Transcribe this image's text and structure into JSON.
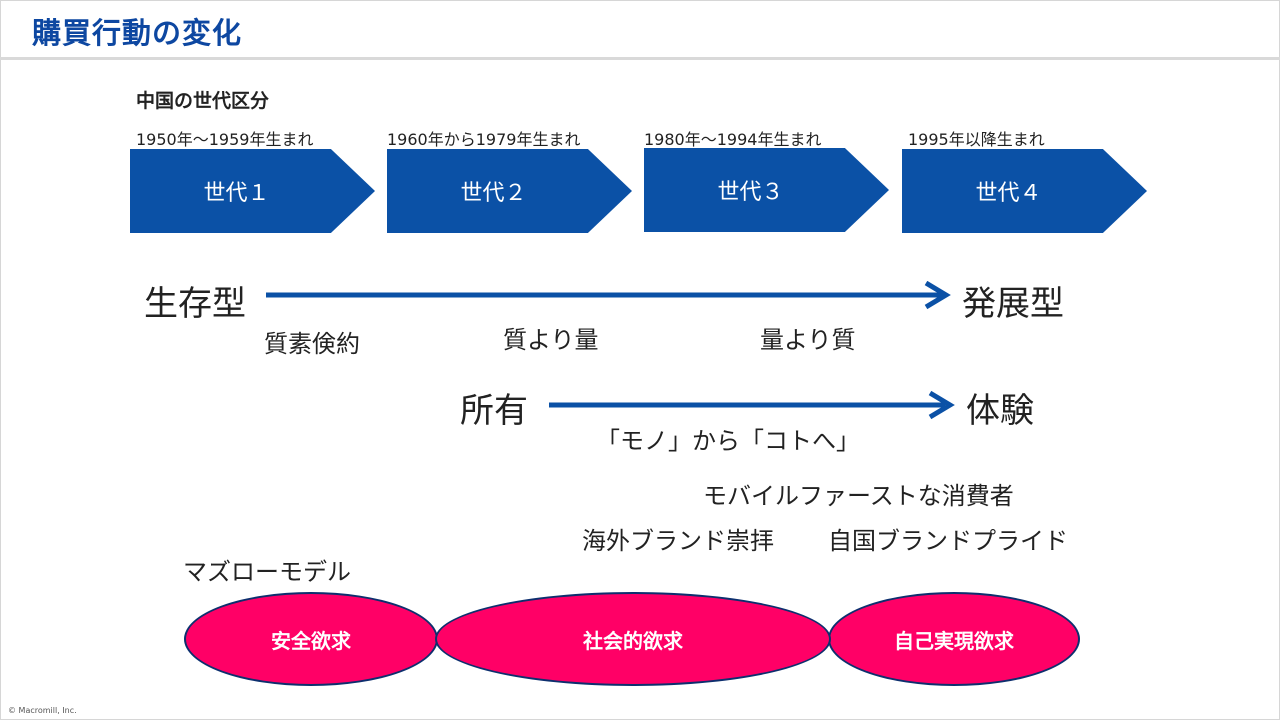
{
  "title": "購買行動の変化",
  "section_label": "中国の世代区分",
  "generations": [
    {
      "period": "1950年～1959年生まれ",
      "label": "世代１"
    },
    {
      "period": "1960年から1979年生まれ",
      "label": "世代２"
    },
    {
      "period": "1980年～1994年生まれ",
      "label": "世代３"
    },
    {
      "period": "1995年以降生まれ",
      "label": "世代４"
    }
  ],
  "axis1": {
    "start": "生存型",
    "end": "発展型",
    "stages": [
      "質素倹約",
      "質より量",
      "量より質"
    ]
  },
  "axis2": {
    "start": "所有",
    "end": "体験",
    "caption": "「モノ」から「コトへ」"
  },
  "trends": {
    "mobile_first": "モバイルファーストな消費者",
    "foreign_brand": "海外ブランド崇拝",
    "domestic_brand": "自国ブランドプライド"
  },
  "maslow": {
    "label": "マズローモデル",
    "needs": [
      "安全欲求",
      "社会的欲求",
      "自己実現欲求"
    ]
  },
  "colors": {
    "title": "#0d47a1",
    "chevron": "#0b51a6",
    "arrow": "#0b51a6",
    "ellipse_fill": "#ff0066",
    "ellipse_border": "#0d2f6e"
  },
  "copyright": "© Macromill, Inc."
}
